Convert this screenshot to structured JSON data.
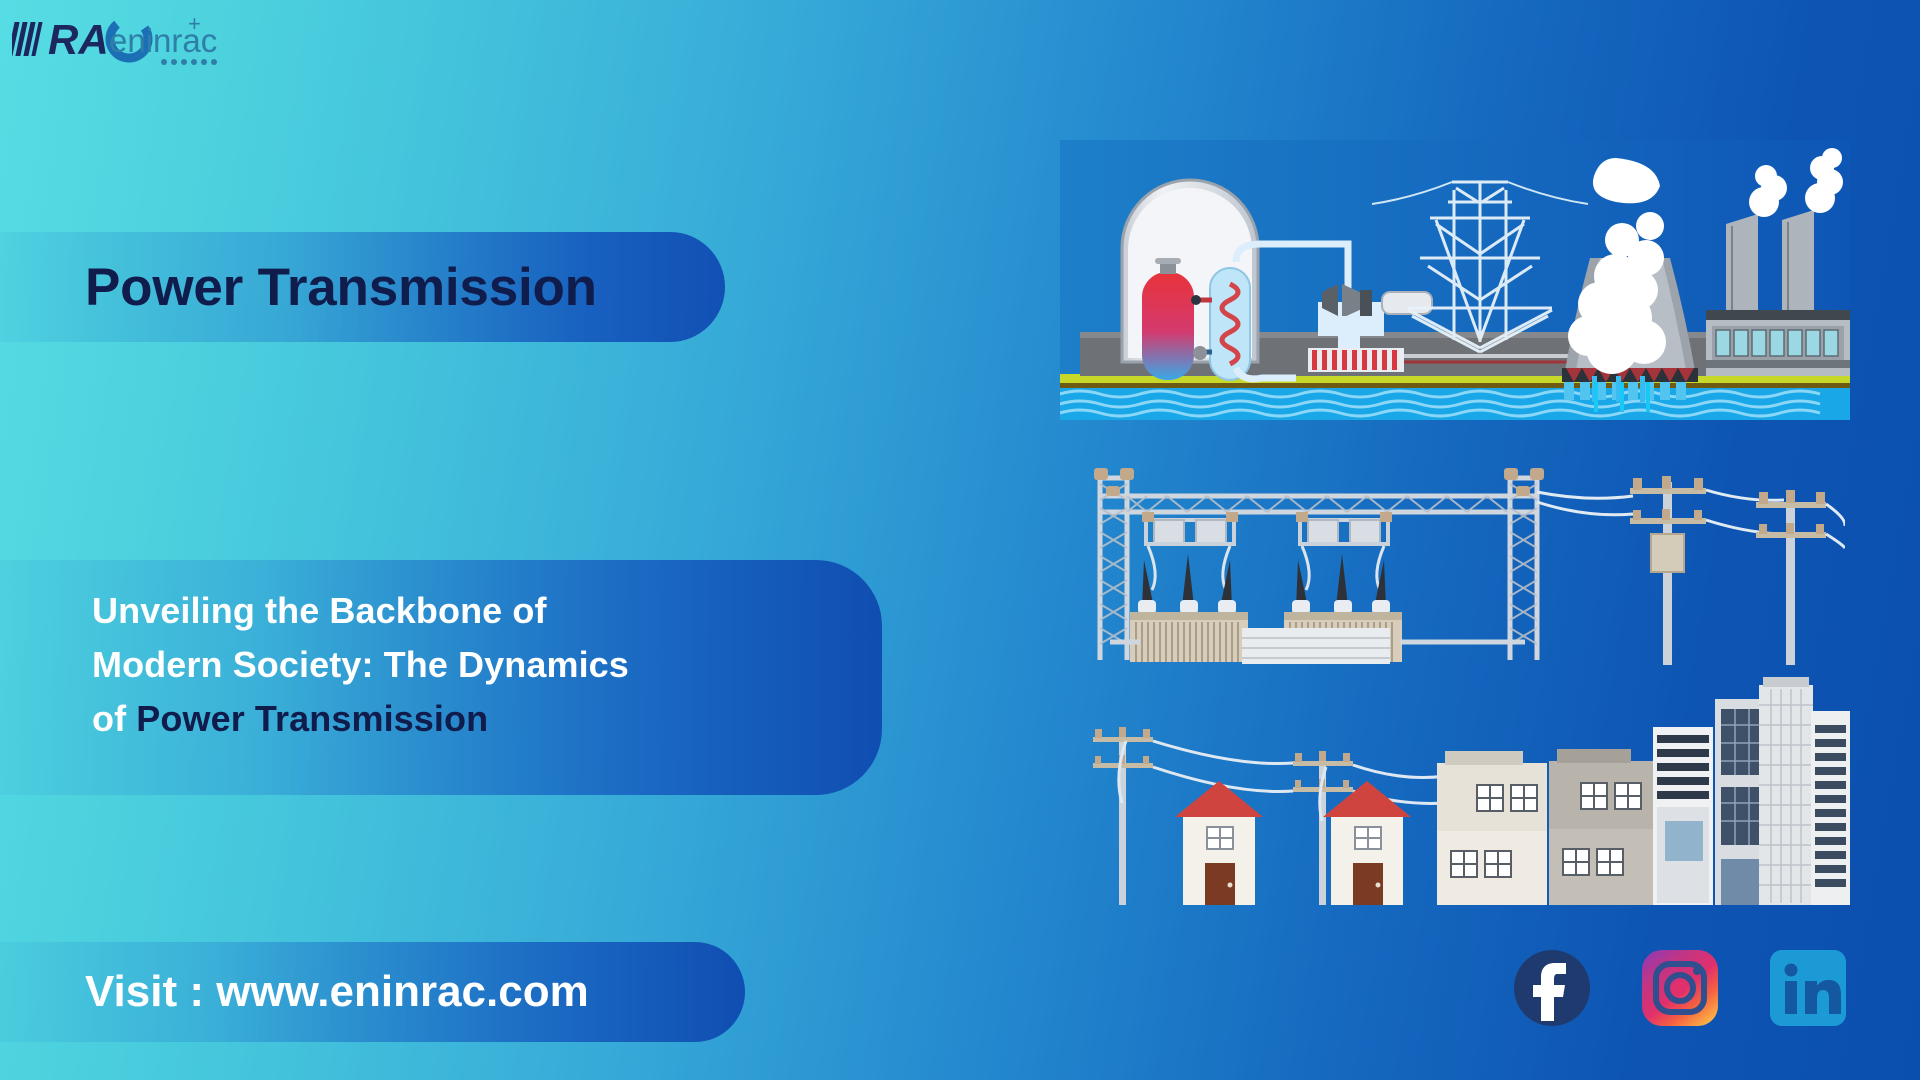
{
  "brand": {
    "logo_mark": "rac-logo-mark",
    "logo_text_primary": "RAC",
    "logo_text_secondary": "eninrac"
  },
  "hero": {
    "title": "Power Transmission",
    "subtitle_lines": [
      {
        "white": "Unveiling the Backbone of",
        "dark": ""
      },
      {
        "white": "Modern Society: The Dynamics",
        "dark": ""
      },
      {
        "white": "of ",
        "dark": "Power Transmission"
      }
    ],
    "visit_label": "Visit : www.eninrac.com"
  },
  "illustrations": [
    {
      "name": "nuclear-power-plant",
      "caption": "Power generation plant with reactor, turbine, cooling tower and factory"
    },
    {
      "name": "electrical-substation",
      "caption": "High voltage substation with transformers and distribution poles"
    },
    {
      "name": "city-distribution",
      "caption": "Residential houses and city buildings served by distribution lines"
    }
  ],
  "social": [
    {
      "name": "facebook",
      "glyph": "f"
    },
    {
      "name": "instagram",
      "glyph": ""
    },
    {
      "name": "linkedin",
      "glyph": "in"
    }
  ],
  "colors": {
    "bg_left": "#57DCE4",
    "bg_right": "#0B4FAE",
    "title_text": "#101C4B",
    "banner_blue": "#1050B4",
    "white": "#FFFFFF",
    "facebook": "#1F3A6E",
    "linkedin": "#1C9AD6",
    "instagram_start": "#7C3AED",
    "instagram_end": "#F9A03F"
  }
}
